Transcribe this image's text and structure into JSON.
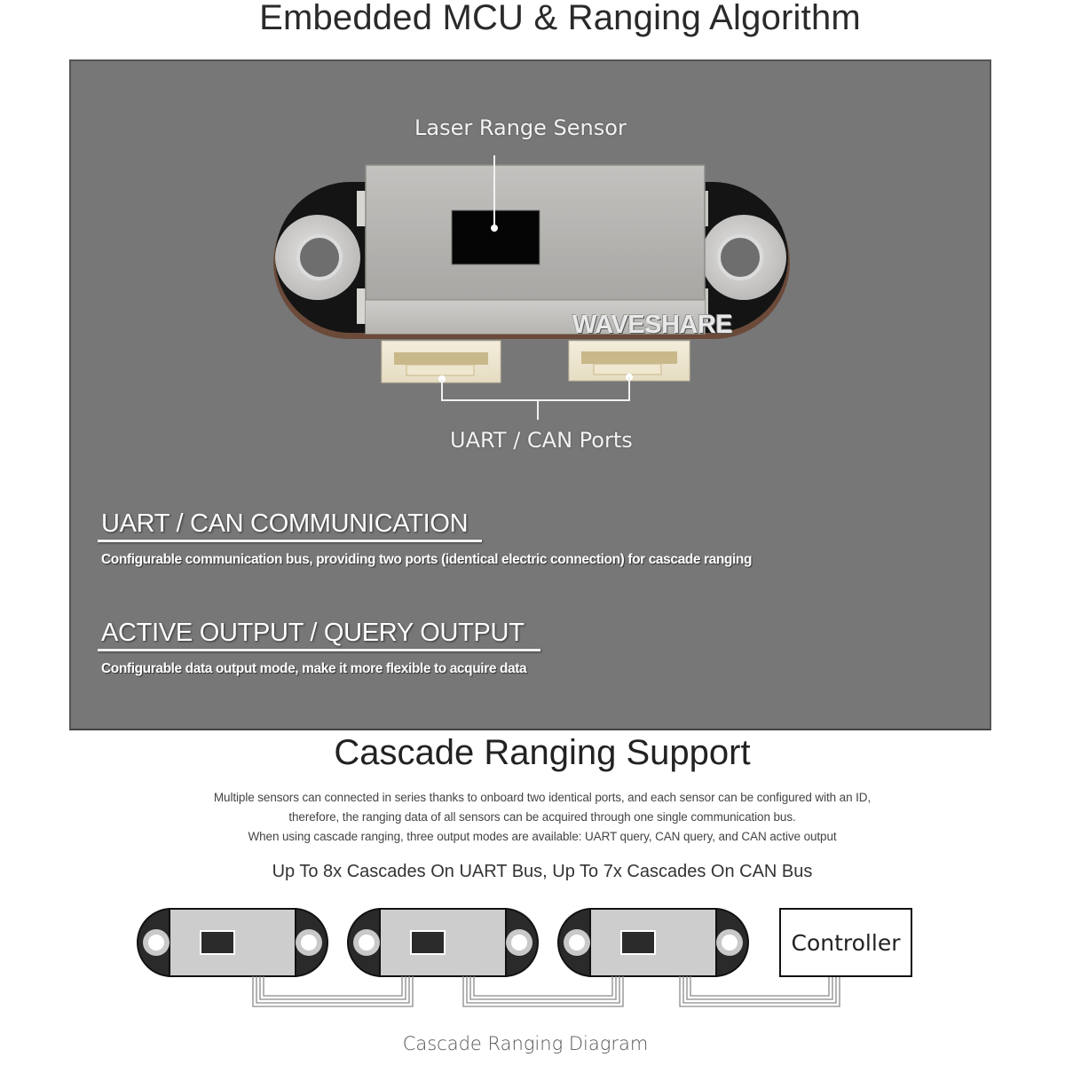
{
  "header": {
    "title": "Embedded MCU & Ranging Algorithm"
  },
  "product_panel": {
    "background_color": "#777777",
    "callouts": {
      "sensor_label": "Laser Range Sensor",
      "ports_label": "UART / CAN Ports"
    },
    "watermark": "WAVESHARE",
    "features": [
      {
        "title": "UART / CAN COMMUNICATION",
        "description": "Configurable communication bus, providing two ports (identical electric connection) for cascade ranging"
      },
      {
        "title": "ACTIVE OUTPUT / QUERY OUTPUT",
        "description": "Configurable data output mode, make it more flexible to acquire data"
      }
    ]
  },
  "cascade_section": {
    "title": "Cascade Ranging Support",
    "paragraph_lines": [
      "Multiple sensors can connected in series thanks to onboard two identical ports, and each sensor can be configured with an ID,",
      "therefore, the ranging data of all sensors can be acquired through one single communication bus.",
      "When using cascade ranging, three output modes are available: UART query, CAN query, and CAN active output"
    ],
    "subheading": "Up To 8x Cascades On UART Bus, Up To 7x Cascades On CAN Bus",
    "diagram": {
      "sensor_count": 3,
      "controller_label": "Controller",
      "caption": "Cascade Ranging Diagram"
    }
  }
}
